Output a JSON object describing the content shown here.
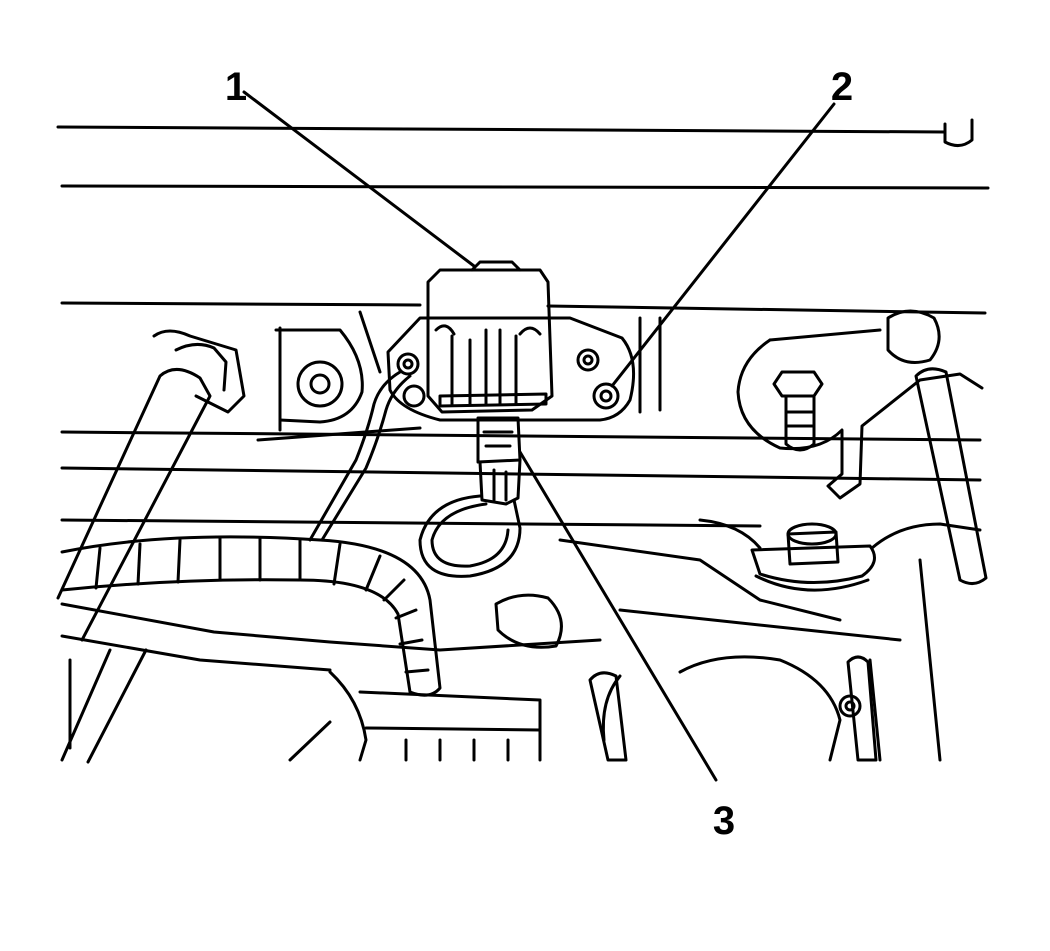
{
  "figure": {
    "ink_color": "#000000",
    "paper_color": "#ffffff"
  },
  "callouts": [
    {
      "label": "1"
    },
    {
      "label": "2"
    },
    {
      "label": "3"
    }
  ]
}
